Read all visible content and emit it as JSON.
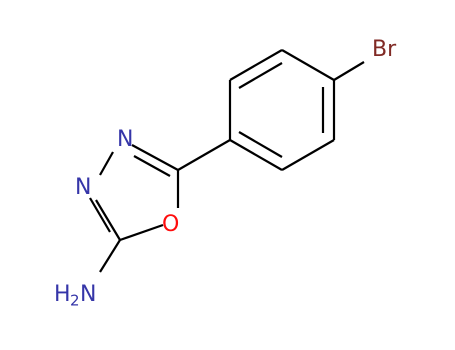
{
  "molecule": {
    "atoms": {
      "br": {
        "label": "Br",
        "color": "#802a25"
      },
      "n3": {
        "label": "N",
        "color": "#3535a8"
      },
      "n4": {
        "label": "N",
        "color": "#3535a8"
      },
      "o1": {
        "label": "O",
        "color": "#ff0d0d"
      },
      "nh2": {
        "label": "H",
        "subscript": "2",
        "suffix": "N",
        "color": "#3535a8"
      }
    }
  }
}
